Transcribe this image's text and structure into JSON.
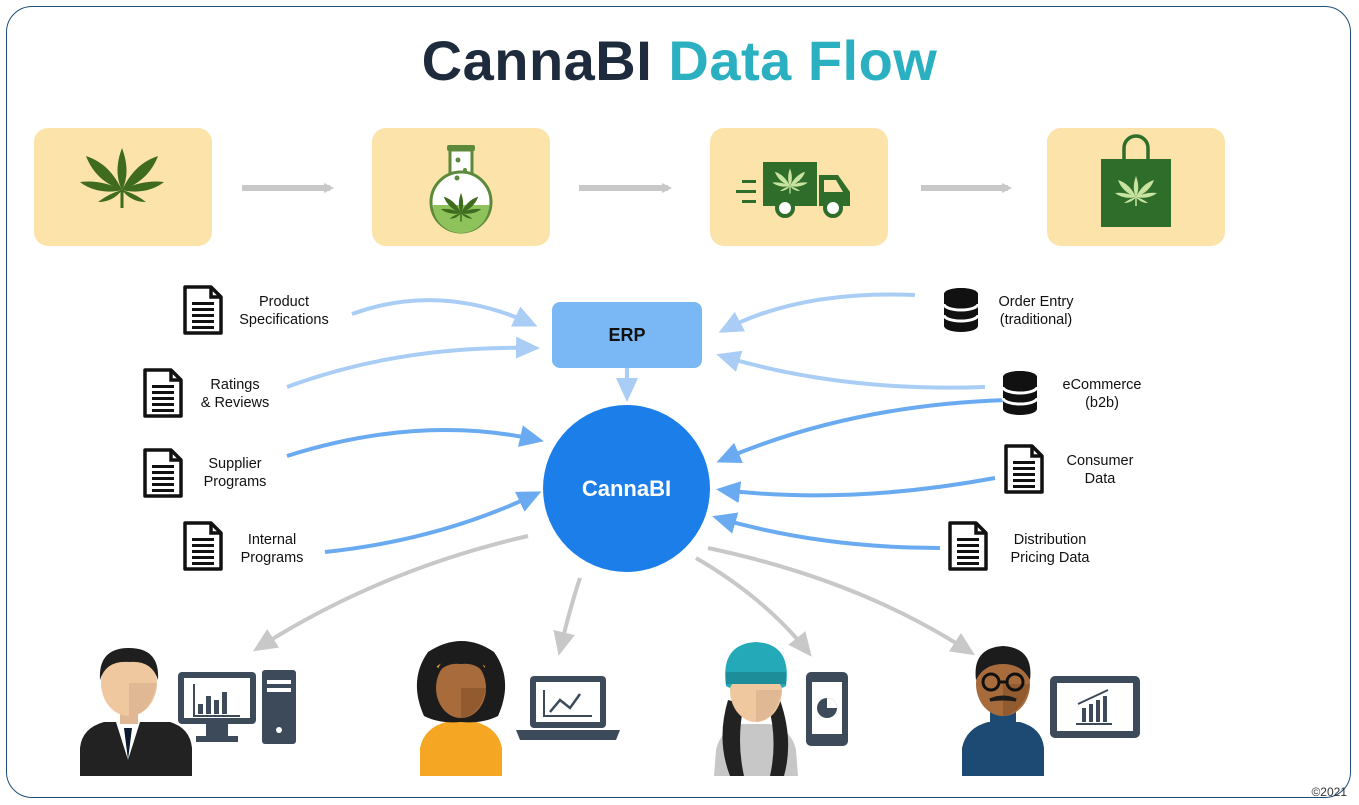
{
  "title": {
    "part1": "CannaBI",
    "part2": "Data Flow"
  },
  "stages": [
    "leaf-icon",
    "flask-icon",
    "truck-icon",
    "shopping-bag-icon"
  ],
  "nodes": {
    "erp": "ERP",
    "cannabi_prefix": "Canna",
    "cannabi_suffix": "BI"
  },
  "left_sources": [
    {
      "line1": "Product",
      "line2": "Specifications",
      "icon": "document-icon"
    },
    {
      "line1": "Ratings",
      "line2": "& Reviews",
      "icon": "document-icon"
    },
    {
      "line1": "Supplier",
      "line2": "Programs",
      "icon": "document-icon"
    },
    {
      "line1": "Internal",
      "line2": "Programs",
      "icon": "document-icon"
    }
  ],
  "right_sources": [
    {
      "line1": "Order Entry",
      "line2": "(traditional)",
      "icon": "database-icon"
    },
    {
      "line1": "eCommerce",
      "line2": "(b2b)",
      "icon": "database-icon"
    },
    {
      "line1": "Consumer",
      "line2": "Data",
      "icon": "document-icon"
    },
    {
      "line1": "Distribution",
      "line2": "Pricing Data",
      "icon": "document-icon"
    }
  ],
  "users": [
    "desktop-user",
    "laptop-user",
    "phone-user",
    "tablet-user"
  ],
  "colors": {
    "title_dark": "#1e2b3c",
    "title_accent": "#2ab0c0",
    "stage_bg": "#fbe3a9",
    "erp": "#7ab8f5",
    "cannabi": "#1c7fe9",
    "arrow_light": "#a9cdf5",
    "arrow_mid": "#6aaaf0",
    "arrow_gray": "#c8c8c8",
    "leaf": "#3f6b1f"
  },
  "copyright": "©2021"
}
